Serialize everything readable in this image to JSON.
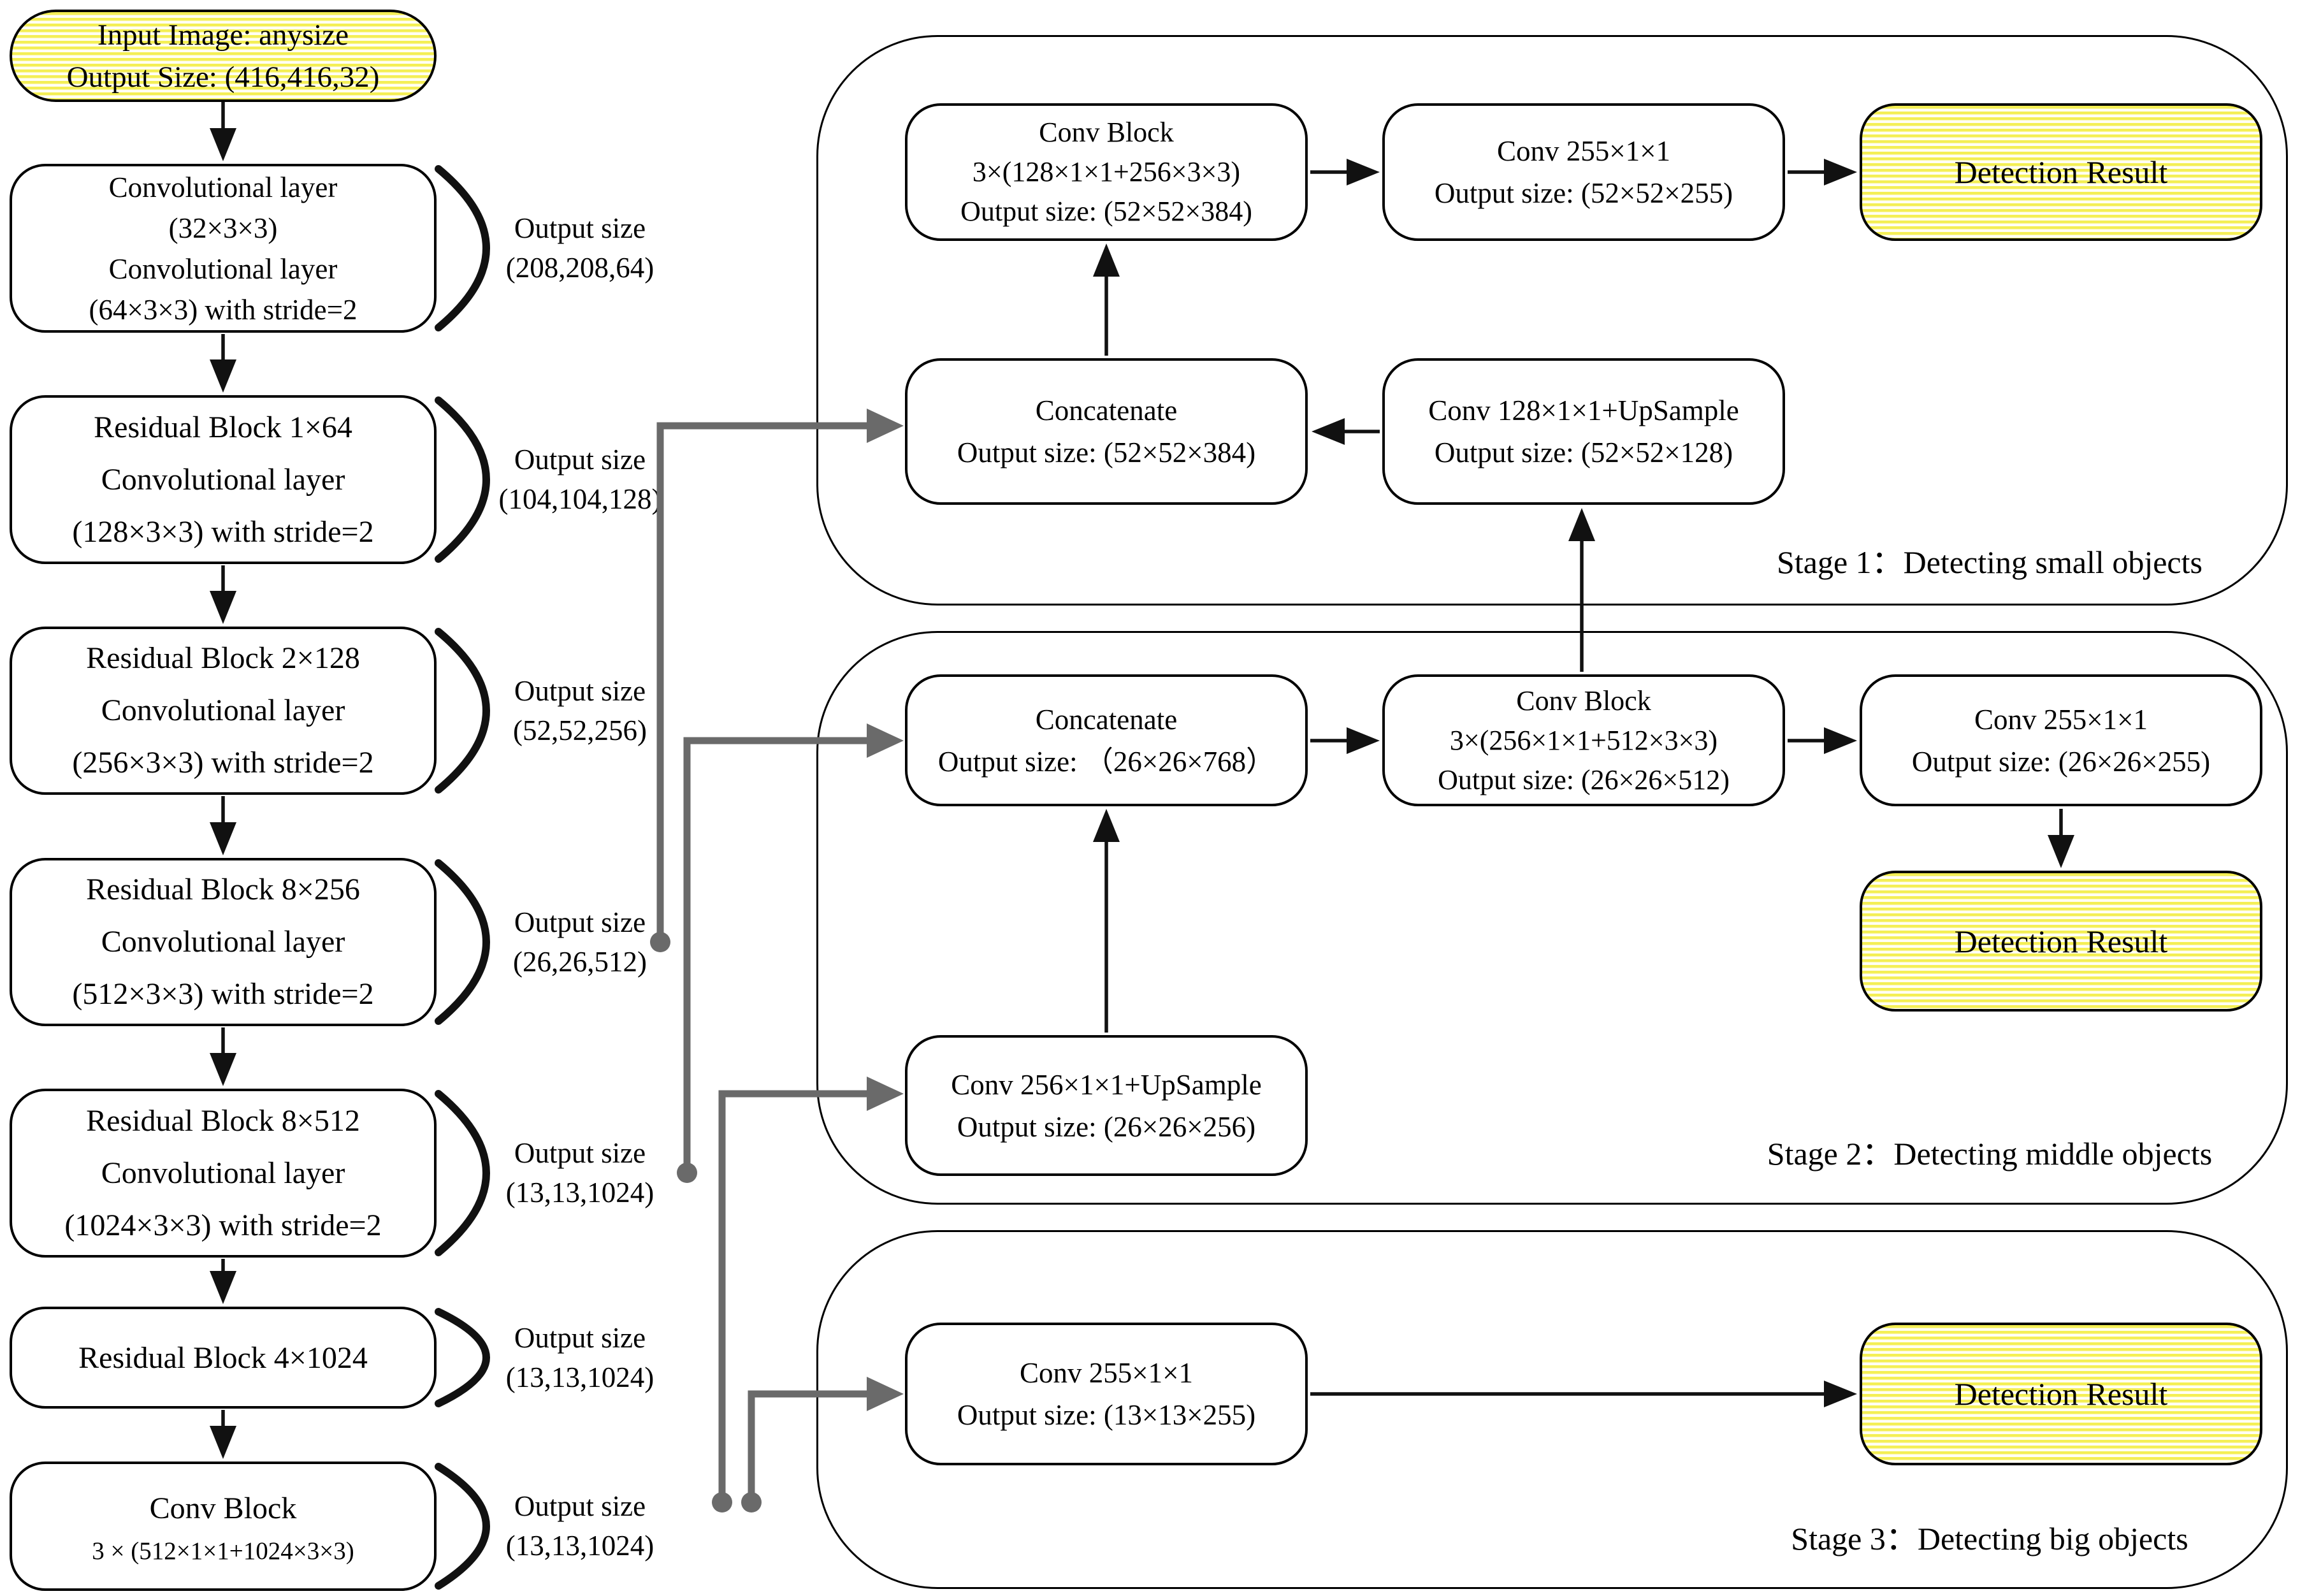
{
  "colors": {
    "line_black": "#111111",
    "connector_gray": "#6a6a6a",
    "highlight_yellow": "#f4ef55",
    "highlight_paper": "#fffef4"
  },
  "backbone": {
    "input": {
      "line1": "Input Image: anysize",
      "line2": "Output Size: (416,416,32)"
    },
    "boxes": [
      {
        "lines": [
          "Convolutional layer",
          "(32×3×3)",
          "Convolutional layer",
          "(64×3×3) with stride=2"
        ]
      },
      {
        "lines": [
          "Residual Block 1×64",
          "Convolutional layer",
          "(128×3×3) with stride=2"
        ]
      },
      {
        "lines": [
          "Residual Block 2×128",
          "Convolutional layer",
          "(256×3×3) with stride=2"
        ]
      },
      {
        "lines": [
          "Residual Block 8×256",
          "Convolutional layer",
          "(512×3×3) with stride=2"
        ]
      },
      {
        "lines": [
          "Residual Block 8×512",
          "Convolutional layer",
          "(1024×3×3) with stride=2"
        ]
      },
      {
        "lines": [
          "Residual Block 4×1024"
        ]
      },
      {
        "lines": [
          "Conv Block",
          "3 × (512×1×1+1024×3×3)"
        ]
      }
    ],
    "output_labels": [
      {
        "line1": "Output size",
        "line2": "(208,208,64)"
      },
      {
        "line1": "Output size",
        "line2": "(104,104,128)"
      },
      {
        "line1": "Output size",
        "line2": "(52,52,256)"
      },
      {
        "line1": "Output size",
        "line2": "(26,26,512)"
      },
      {
        "line1": "Output size",
        "line2": "(13,13,1024)"
      },
      {
        "line1": "Output size",
        "line2": "(13,13,1024)"
      },
      {
        "line1": "Output size",
        "line2": "(13,13,1024)"
      }
    ]
  },
  "stage1": {
    "label": "Stage 1：Detecting small objects",
    "conv_block": [
      "Conv Block",
      "3×(128×1×1+256×3×3)",
      "Output size: (52×52×384)"
    ],
    "conv255": [
      "Conv 255×1×1",
      "Output size: (52×52×255)"
    ],
    "detection": "Detection Result",
    "concatenate": [
      "Concatenate",
      "Output size: (52×52×384)"
    ],
    "upsample": [
      "Conv 128×1×1+UpSample",
      "Output size: (52×52×128)"
    ]
  },
  "stage2": {
    "label": "Stage 2：Detecting middle objects",
    "concatenate": [
      "Concatenate",
      "Output size: （26×26×768）"
    ],
    "conv_block": [
      "Conv Block",
      "3×(256×1×1+512×3×3)",
      "Output size: (26×26×512)"
    ],
    "conv255": [
      "Conv 255×1×1",
      "Output size: (26×26×255)"
    ],
    "detection": "Detection Result",
    "upsample": [
      "Conv 256×1×1+UpSample",
      "Output size: (26×26×256)"
    ]
  },
  "stage3": {
    "label": "Stage 3：Detecting big objects",
    "conv255": [
      "Conv 255×1×1",
      "Output size: (13×13×255)"
    ],
    "detection": "Detection Result"
  }
}
